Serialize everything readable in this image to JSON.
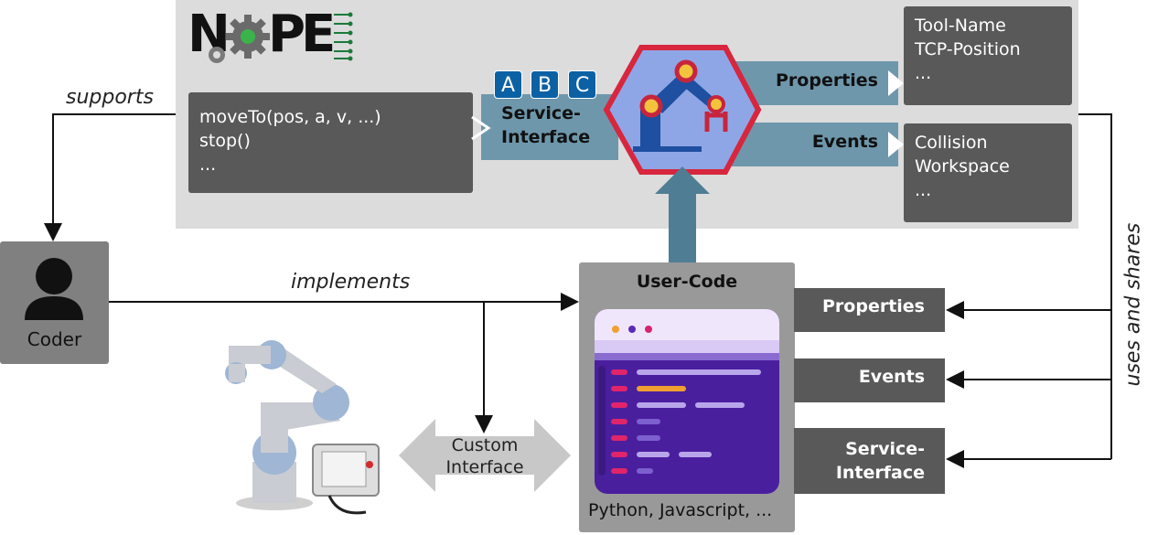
{
  "logo": {
    "letters": [
      "N",
      "P",
      "E"
    ]
  },
  "supports_label": "supports",
  "implements_label": "implements",
  "uses_label": "uses and shares",
  "method_box": {
    "lines": [
      "moveTo(pos, a, v, ...)",
      "stop()",
      "..."
    ]
  },
  "abc_buttons": [
    "A",
    "B",
    "C"
  ],
  "service_interface_top": [
    "Service-",
    "Interface"
  ],
  "properties_label": "Properties",
  "events_label": "Events",
  "properties_box": {
    "lines": [
      "Tool-Name",
      "TCP-Position",
      "..."
    ]
  },
  "events_box": {
    "lines": [
      "Collision",
      "Workspace",
      "..."
    ]
  },
  "coder_label": "Coder",
  "user_code_title": "User-Code",
  "user_code_caption": "Python, Javascript, ...",
  "right_boxes": {
    "properties": "Properties",
    "events": "Events",
    "service_interface": [
      "Service-",
      "Interface"
    ]
  },
  "custom_interface": [
    "Custom",
    "Interface"
  ],
  "colors": {
    "panel": "#dcdcdc",
    "dark": "#595959",
    "teal": "#6e97ab",
    "blue_badge": "#0b61a4",
    "hexagon_border": "#d7263d",
    "hexagon_fill": "#8fa6e6",
    "code_purple": "#5b2bb7"
  }
}
